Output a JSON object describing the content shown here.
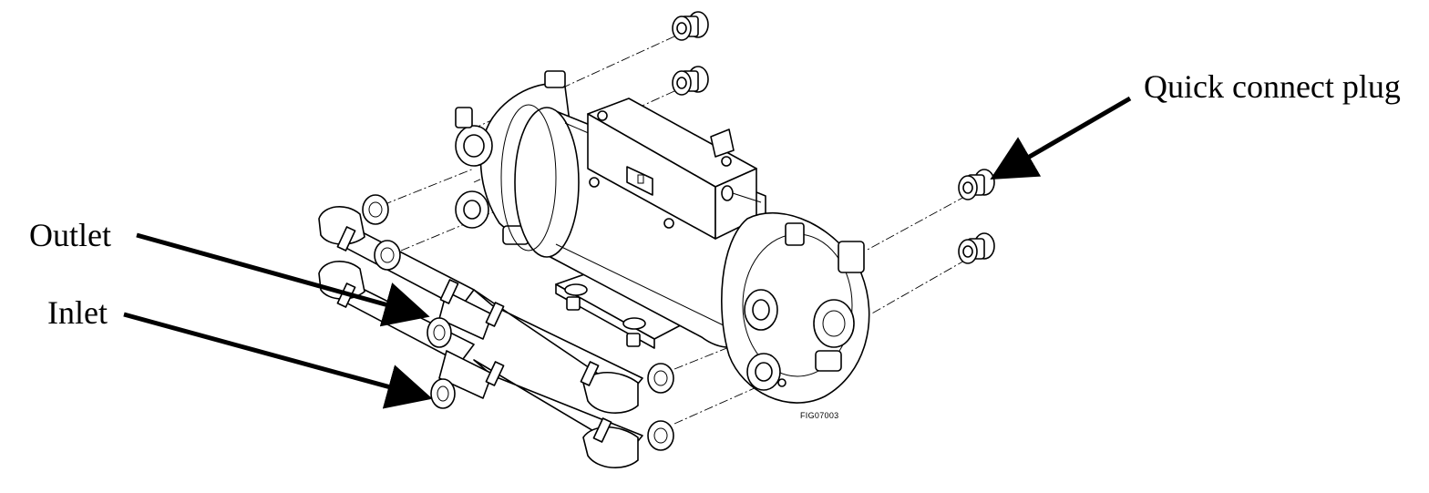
{
  "labels": {
    "quick_connect_plug": "Quick connect plug",
    "outlet": "Outlet",
    "inlet": "Inlet"
  },
  "figure_id": "FIG07003"
}
